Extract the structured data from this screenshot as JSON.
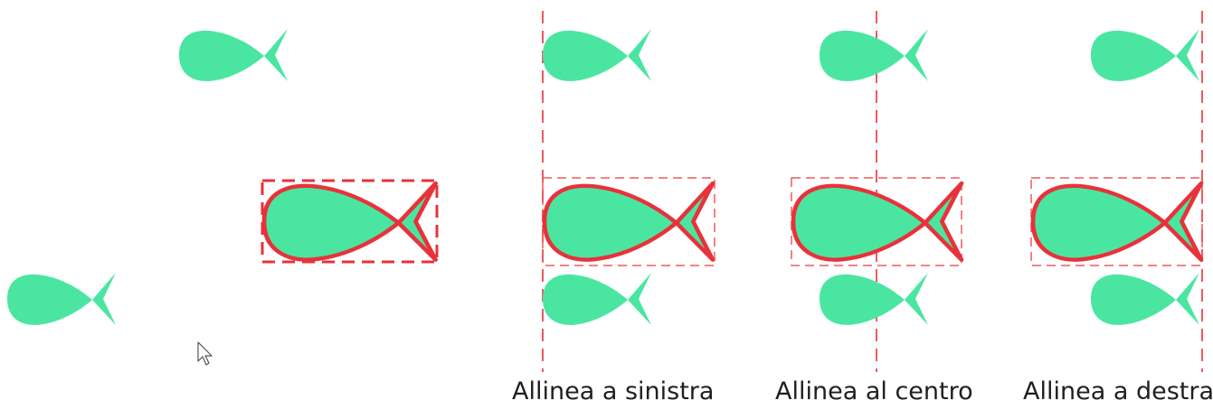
{
  "colors": {
    "fish_fill": "#4AE6A1",
    "selection": "#E8323A",
    "guide": "#EE5A5F",
    "caption": "#202020"
  },
  "icons": {
    "fish": "fish-icon",
    "cursor": "mouse-pointer-icon"
  },
  "captions": {
    "left": "Allinea a sinistra",
    "center": "Allinea al centro",
    "right": "Allinea a destra"
  }
}
